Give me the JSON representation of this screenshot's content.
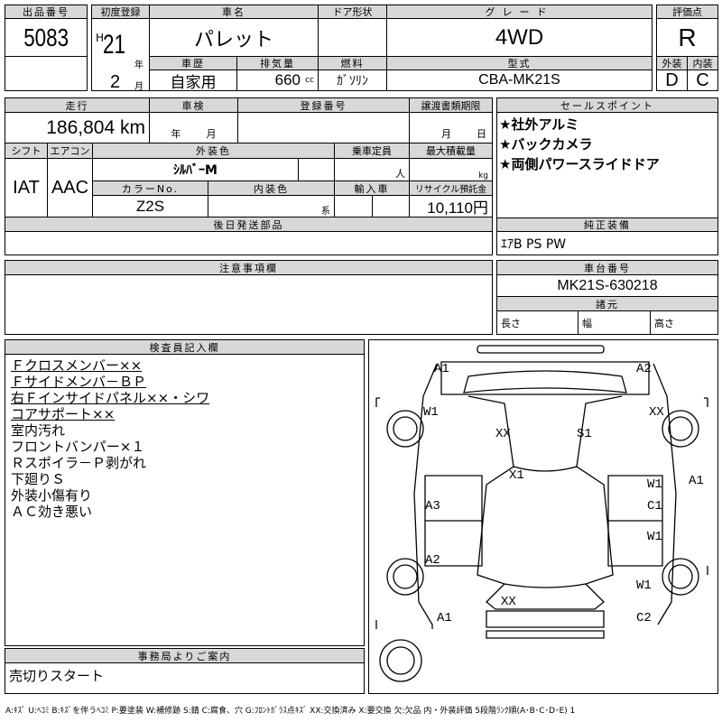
{
  "lot": {
    "label": "出品番号",
    "number": "5083"
  },
  "first_reg": {
    "label": "初度登録",
    "era": "H",
    "year": "21",
    "year_unit": "年",
    "month": "2",
    "month_unit": "月"
  },
  "car_name": {
    "label": "車名",
    "value": "パレット"
  },
  "door": {
    "label": "ドア形状",
    "value": ""
  },
  "grade": {
    "label": "グレード",
    "value": "4WD"
  },
  "history": {
    "label": "車歴",
    "value": "自家用"
  },
  "displacement": {
    "label": "排気量",
    "value": "660",
    "unit": "cc"
  },
  "fuel": {
    "label": "燃料",
    "value": "ｶﾞｿﾘﾝ"
  },
  "model": {
    "label": "型式",
    "value": "CBA-MK21S"
  },
  "score": {
    "label": "評価点",
    "value": "R",
    "ext_label": "外装",
    "int_label": "内装",
    "ext": "D",
    "int": "C"
  },
  "mileage": {
    "label": "走行",
    "value": "186,804 km"
  },
  "inspection": {
    "label": "車検",
    "year": "年",
    "month": "月"
  },
  "reg_no": {
    "label": "登録番号"
  },
  "transfer": {
    "label": "譲渡書類期限",
    "month": "月",
    "day": "日"
  },
  "shift": {
    "label": "シフト",
    "value": "IAT"
  },
  "ac": {
    "label": "エアコン",
    "value": "AAC"
  },
  "ext_color": {
    "label": "外装色",
    "value": "ｼﾙﾊﾞｰM"
  },
  "capacity": {
    "label": "乗車定員",
    "unit": "人"
  },
  "load": {
    "label": "最大積載量",
    "unit": "kg"
  },
  "color_no": {
    "label": "カラーNo.",
    "value": "Z2S"
  },
  "int_color": {
    "label": "内装色",
    "unit": "系"
  },
  "import": {
    "label": "輸入車"
  },
  "recycle": {
    "label": "リサイクル預託金",
    "value": "10,110円"
  },
  "later_parts": {
    "label": "後日発送部品"
  },
  "sales": {
    "label": "セールスポイント",
    "items": [
      "★社外アルミ",
      "★バックカメラ",
      "★両側パワースライドドア"
    ]
  },
  "equipment": {
    "label": "純正装備",
    "value": "ｴｱB PS PW"
  },
  "notes": {
    "label": "注意事項欄"
  },
  "chassis": {
    "label": "車台番号",
    "value": "MK21S-630218"
  },
  "specs": {
    "label": "諸元",
    "length": "長さ",
    "width": "幅",
    "height": "高さ"
  },
  "inspector": {
    "label": "検査員記入欄",
    "items": [
      "Ｆクロスメンバー××",
      "Ｆサイドメンバ－ＢＰ",
      "右Ｆインサイドパネル××・シワ",
      "コアサポート××",
      "室内汚れ",
      "フロントバンパー×１",
      "Ｒスポイラ－Ｐ剥がれ",
      "下廻りＳ",
      "外装小傷有り",
      "ＡＣ効き悪い"
    ]
  },
  "office": {
    "label": "事務局よりご案内",
    "value": "売切りスタート"
  },
  "diagram": {
    "marks": [
      "A1",
      "A2",
      "W1",
      "XX",
      "XX",
      "S1",
      "X1",
      "A1",
      "A3",
      "W1",
      "C1",
      "A2",
      "W1",
      "XX",
      "W1",
      "A1",
      "C2"
    ]
  },
  "legend": "A:ｷｽﾞ U:ﾍｺﾐ B:ｷｽﾞを伴うﾍｺﾐ P:要塗装 W:補修跡 S:錆 C:腐食、穴 G:ﾌﾛﾝﾄｶﾞﾗｽ点ｷｽﾞ XX:交換済み X:要交換 欠:欠品 内・外装評価 5段階ﾗﾝｸ順(A･B･C･D･E) 1"
}
